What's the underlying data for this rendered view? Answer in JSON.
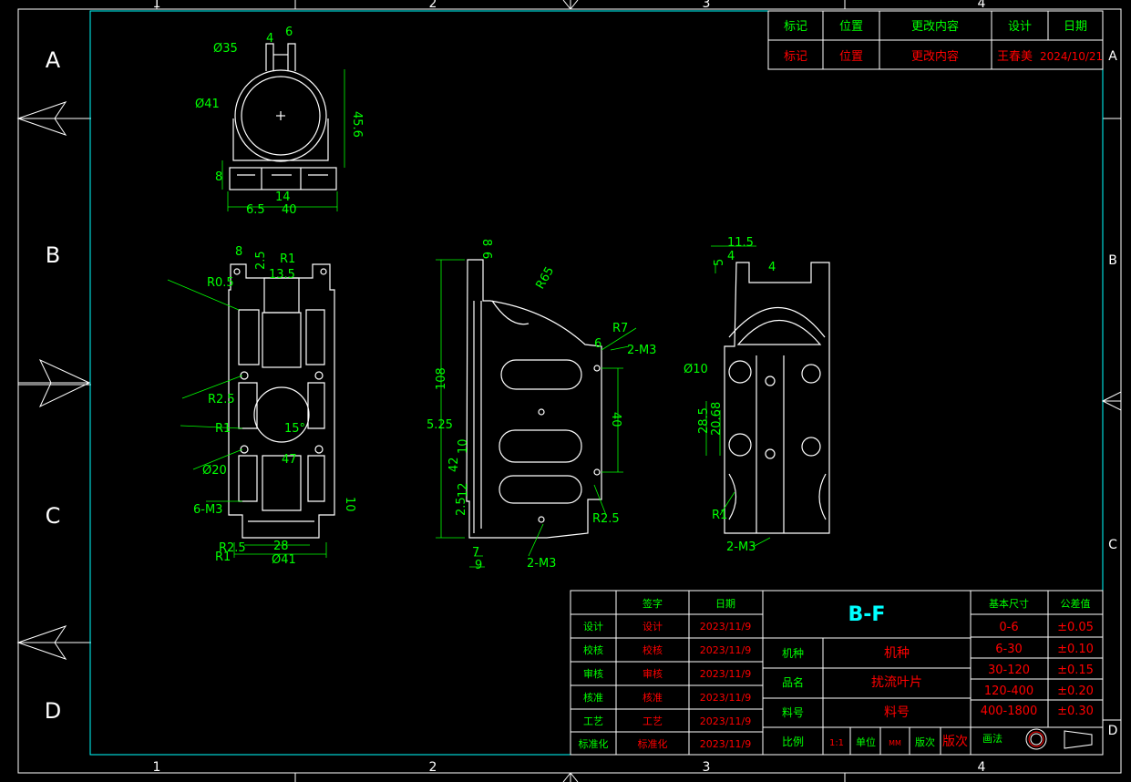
{
  "colors": {
    "background": "#000000",
    "frame": "#ffffff",
    "inner_border": "#00ffff",
    "part_lines": "#ffffff",
    "dimension": "#00ff00",
    "table_header": "#00ff00",
    "table_value": "#ff0000",
    "title": "#00ffff"
  },
  "zones": {
    "columns": [
      "1",
      "2",
      "3",
      "4"
    ],
    "rows_left": [
      "A",
      "B",
      "C",
      "D"
    ],
    "rows_right": [
      "A",
      "B",
      "C",
      "D"
    ]
  },
  "revision_block": {
    "headers": [
      "标记",
      "位置",
      "更改内容",
      "设计",
      "日期"
    ],
    "row": [
      "标记",
      "位置",
      "更改内容",
      "王春美",
      "2024/10/21"
    ]
  },
  "title_block": {
    "col_headers": [
      "签字",
      "日期"
    ],
    "rows": [
      {
        "label": "设计",
        "sign": "设计",
        "date": "2023/11/9"
      },
      {
        "label": "校核",
        "sign": "校核",
        "date": "2023/11/9"
      },
      {
        "label": "审核",
        "sign": "审核",
        "date": "2023/11/9"
      },
      {
        "label": "核准",
        "sign": "核准",
        "date": "2023/11/9"
      },
      {
        "label": "工艺",
        "sign": "工艺",
        "date": "2023/11/9"
      },
      {
        "label": "标准化",
        "sign": "标准化",
        "date": "2023/11/9"
      }
    ],
    "drawing_title": "B-F",
    "info": [
      {
        "label": "机种",
        "value": "机种"
      },
      {
        "label": "品名",
        "value": "扰流叶片"
      },
      {
        "label": "料号",
        "value": "料号"
      }
    ],
    "scale_label": "比例",
    "scale_value": "1:1",
    "unit_label": "单位",
    "unit_value": "MM",
    "version_label": "版次",
    "version_value": "版次",
    "projection_label": "画法"
  },
  "tolerance_table": {
    "headers": [
      "基本尺寸",
      "公差值"
    ],
    "rows": [
      {
        "range": "0-6",
        "tol": "±0.05"
      },
      {
        "range": "6-30",
        "tol": "±0.10"
      },
      {
        "range": "30-120",
        "tol": "±0.15"
      },
      {
        "range": "120-400",
        "tol": "±0.20"
      },
      {
        "range": "400-1800",
        "tol": "±0.30"
      }
    ]
  },
  "dimensions": {
    "top_view": [
      "Ø35",
      "4",
      "6",
      "Ø41",
      "45.6",
      "8",
      "14",
      "6.5",
      "40"
    ],
    "front_view": [
      "8",
      "R1",
      "R0.5",
      "2.5",
      "13.5",
      "R2.5",
      "R1",
      "Ø20",
      "15°",
      "47",
      "6-M3",
      "10",
      "R2.5",
      "R1",
      "28",
      "Ø41"
    ],
    "side_view": [
      "8",
      "6",
      "R65",
      "R7",
      "6",
      "2-M3",
      "108",
      "40",
      "5.25",
      "10",
      "42",
      "12",
      "2.5",
      "R2.5",
      "7",
      "9",
      "2-M3"
    ],
    "right_view": [
      "11.5",
      "4",
      "5",
      "4",
      "Ø10",
      "28.5",
      "20.68",
      "R1",
      "2-M3"
    ]
  }
}
